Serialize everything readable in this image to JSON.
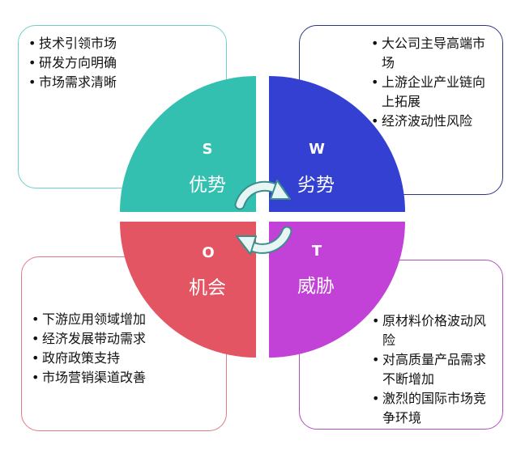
{
  "strengths": {
    "letter": "S",
    "label": "优势",
    "color": "#33c0b1",
    "items": [
      "技术引领市场",
      "研发方向明确",
      "市场需求清晰"
    ]
  },
  "weaknesses": {
    "letter": "W",
    "label": "劣势",
    "color": "#3340d1",
    "items": [
      "大公司主导高端市场",
      "上游企业产业链向上拓展",
      "经济波动性风险"
    ]
  },
  "opportunities": {
    "letter": "O",
    "label": "机会",
    "color": "#e35562",
    "items": [
      "下游应用领域增加",
      "经济发展带动需求",
      "政府政策支持",
      "市场营销渠道改善"
    ]
  },
  "threats": {
    "letter": "T",
    "label": "威胁",
    "color": "#c241d6",
    "items": [
      "原材料价格波动风险",
      "对高质量产品需求不断增加",
      "激烈的国际市场竞争环境"
    ]
  }
}
